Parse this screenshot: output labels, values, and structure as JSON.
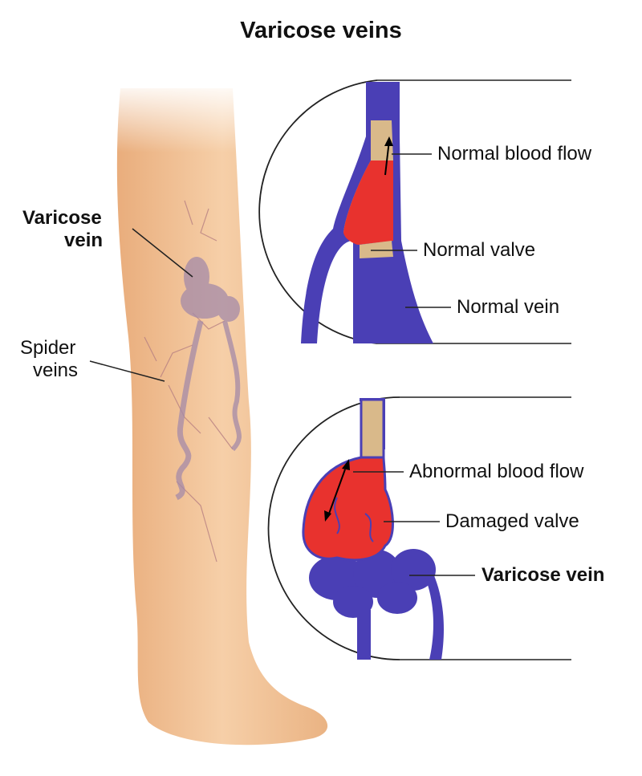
{
  "title": "Varicose veins",
  "leg_labels": {
    "varicose_vein_line1": "Varicose",
    "varicose_vein_line2": "vein",
    "spider_veins_line1": "Spider",
    "spider_veins_line2": "veins"
  },
  "normal_panel": {
    "blood_flow": "Normal blood flow",
    "valve": "Normal valve",
    "vein": "Normal vein"
  },
  "abnormal_panel": {
    "blood_flow": "Abnormal blood flow",
    "valve": "Damaged valve",
    "vein": "Varicose vein"
  },
  "colors": {
    "skin": "#f2c39a",
    "vein_blue": "#4a3fb5",
    "blood_red": "#e8322e",
    "vein_inner": "#d9b98a"
  }
}
